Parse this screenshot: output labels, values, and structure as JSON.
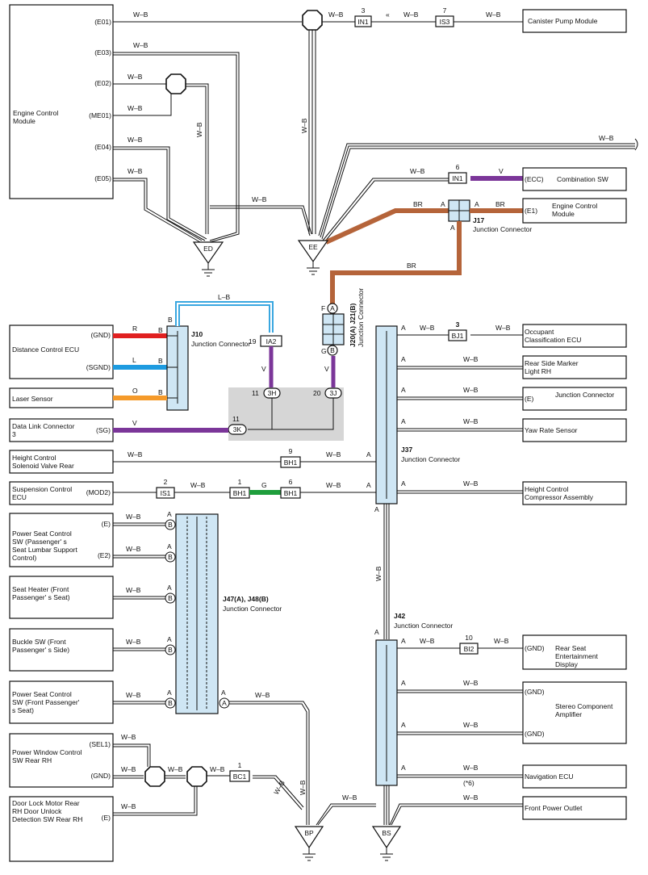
{
  "components": {
    "ecm_left": "Engine Control Module",
    "canister": "Canister Pump Module",
    "combination_sw": "Combination SW",
    "ecm_right": "Engine Control Module",
    "distance_ecu": "Distance Control ECU",
    "laser": "Laser Sensor",
    "dlc3": "Data Link Connector 3",
    "height_valve": "Height Control Solenoid Valve Rear",
    "susp_ecu": "Suspension Control ECU",
    "ps_lumbar": "Power Seat Control SW (Passenger' s Seat Lumbar Support Control)",
    "seat_heater": "Seat Heater (Front Passenger' s Seat)",
    "buckle": "Buckle SW (Front Passenger' s Side)",
    "ps_seat": "Power Seat Control SW (Front Passenger' s Seat)",
    "pw": "Power Window Control SW Rear RH",
    "door_lock": "Door Lock Motor Rear RH Door Unlock Detection SW Rear RH",
    "occupant": "Occupant Classification ECU",
    "marker": "Rear Side Marker Light RH",
    "jc": "Junction Connector",
    "yaw": "Yaw Rate Sensor",
    "compressor": "Height Control Compressor Assembly",
    "rse": "Rear Seat Entertainment Display",
    "stereo": "Stereo Component Amplifier",
    "nav": "Navigation ECU",
    "outlet": "Front Power Outlet"
  },
  "pins": {
    "e01": "(E01)",
    "e03": "(E03)",
    "e02": "(E02)",
    "me01": "(ME01)",
    "e04": "(E04)",
    "e05": "(E05)",
    "ecc": "(ECC)",
    "e1": "(E1)",
    "gnd": "(GND)",
    "sgnd": "(SGND)",
    "sg": "(SG)",
    "mod2": "(MOD2)",
    "e": "(E)",
    "e2": "(E2)",
    "sel1": "(SEL1)",
    "star6": "(*6)"
  },
  "wires": {
    "wb": "W–B",
    "br": "BR",
    "v": "V",
    "lb": "L–B",
    "r": "R",
    "l": "L",
    "o": "O",
    "g": "G",
    "b": "B",
    "a": "A",
    "f": "F"
  },
  "connectors": {
    "in1": "IN1",
    "is3": "IS3",
    "ia2": "IA2",
    "h3": "3H",
    "j3": "3J",
    "k3": "3K",
    "bh1": "BH1",
    "is1": "IS1",
    "bj1": "BJ1",
    "bi2": "BI2",
    "bc1": "BC1",
    "n3": "3",
    "n7": "7",
    "n6": "6",
    "n19": "19",
    "n11": "11",
    "n20": "20",
    "n9": "9",
    "n2": "2",
    "n1": "1",
    "n10": "10"
  },
  "junctions": {
    "j17": "J17",
    "j10": "J10",
    "j37": "J37",
    "j42": "J42",
    "j47": "J47(A), J48(B)",
    "j20": "J20(A) J21(B)",
    "label": "Junction Connector"
  },
  "grounds": {
    "ed": "ED",
    "ee": "EE",
    "bp": "BP",
    "bs": "BS"
  },
  "colors": {
    "br": "#b5643a",
    "v": "#7b3699",
    "r": "#e02020",
    "l": "#1e9be0",
    "o": "#f59a2a",
    "g": "#1f9e3c",
    "lb": "#3aa7e0",
    "conn": "#cfe6f4",
    "shade": "#d6d6d6"
  }
}
